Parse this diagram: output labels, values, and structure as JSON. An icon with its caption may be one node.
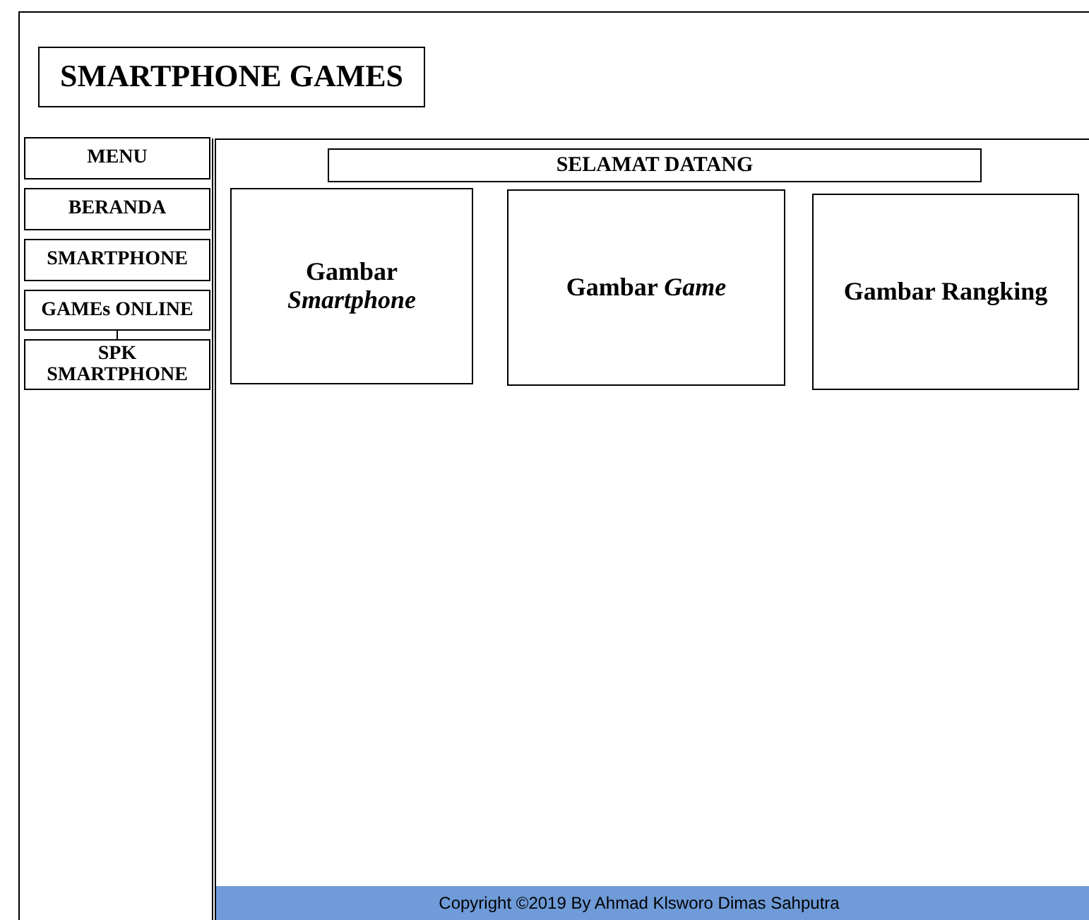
{
  "diagram": {
    "nodes": [
      {
        "text": [
          "SMARTPHONE GAMES"
        ]
      },
      {
        "text": [
          "MENU"
        ]
      },
      {
        "text": [
          "BERANDA"
        ]
      },
      {
        "text": [
          "SMARTPHONE"
        ]
      },
      {
        "text": [
          "GAMEs ONLINE"
        ]
      },
      {
        "text": [
          "SPK SMARTPHONE"
        ]
      },
      {
        "text": [],
        "shape": "box"
      },
      {
        "text": [
          "SELAMAT DATANG"
        ],
        "in": 6
      },
      {
        "text": [
          "Gambar *Smartphone*"
        ],
        "in": 6
      },
      {
        "text": [
          "Gambar *Game*"
        ],
        "in": 6
      },
      {
        "text": [
          "Gambar Rangking"
        ],
        "in": 6
      },
      {
        "text": [
          "Copyright ©2019 By Ahmad Klsworo Dimas Sahputra"
        ],
        "in": 6
      }
    ],
    "edges": [
      {
        "from": 4,
        "to": 5,
        "arrow": "none"
      }
    ]
  }
}
